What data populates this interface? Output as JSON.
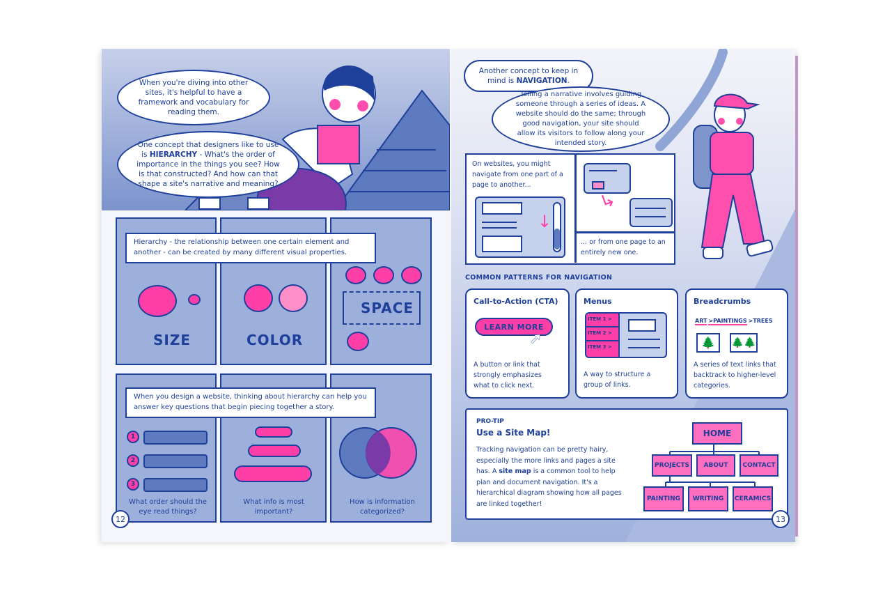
{
  "left_page": {
    "bubble_1": "When you're diving into other sites, it's helpful to have a framework and vocabulary for reading them.",
    "bubble_2_pre": "One concept that designers like to use is ",
    "bubble_2_bold": "HIERARCHY",
    "bubble_2_post": " - What's the order of importance in the things you see? How is that constructed? And how can that shape a site's narrative and meaning?",
    "hierarchy_caption": "Hierarchy - the relationship between one certain element and another - can be created by many different visual properties.",
    "property_labels": [
      "SIZE",
      "COLOR",
      "SPACE"
    ],
    "design_caption": "When you design a website, thinking about hierarchy can help you answer key questions that begin piecing together a story.",
    "order_numbers": [
      "1",
      "2",
      "3"
    ],
    "questions": [
      "What order should the eye read things?",
      "What info is most important?",
      "How is information categorized?"
    ],
    "page_number": "12"
  },
  "right_page": {
    "bubble_1_pre": "Another concept to keep in mind is ",
    "bubble_1_bold": "NAVIGATION",
    "bubble_1_post": ".",
    "bubble_2": "Telling a narrative involves guiding someone through a series of ideas. A website should do the same; through good navigation, your site should allow its visitors to follow along your intended story.",
    "nav_text_1": "On websites, you might navigate from one part of a page to another...",
    "nav_text_2": "... or from one page to an entirely new one.",
    "patterns_heading": "COMMON PATTERNS FOR NAVIGATION",
    "cards": [
      {
        "title": "Call-to-Action (CTA)",
        "button": "LEARN MORE",
        "body": "A button or link that strongly emphasizes what to click next."
      },
      {
        "title": "Menus",
        "items": [
          "ITEM 1 >",
          "ITEM 2 >",
          "ITEM 3 >"
        ],
        "body": "A way to structure a group of links."
      },
      {
        "title": "Breadcrumbs",
        "crumbs": [
          "ART",
          ">PAINTINGS",
          ">TREES"
        ],
        "body": "A series of text links that backtrack to higher-level categories."
      }
    ],
    "pro_tip": {
      "label": "PRO-TIP",
      "title": "Use a Site Map!",
      "body_pre": "Tracking navigation can be pretty hairy, especially the more links and pages a site has. A ",
      "body_bold": "site map",
      "body_post": " is a common tool to help plan and document navigation. It's a hierarchical diagram showing how all pages are linked together!",
      "map": {
        "root": "HOME",
        "level_1": [
          "PROJECTS",
          "ABOUT",
          "CONTACT"
        ],
        "level_2": [
          "PAINTING",
          "WRITING",
          "CERAMICS"
        ]
      }
    },
    "page_number": "13"
  },
  "colors": {
    "ink": "#1e3f9a",
    "pink": "#ff3fa8",
    "light_pink": "#ff8fc8",
    "panel_blue": "#9db0dc",
    "paper": "#f3f4fa"
  }
}
